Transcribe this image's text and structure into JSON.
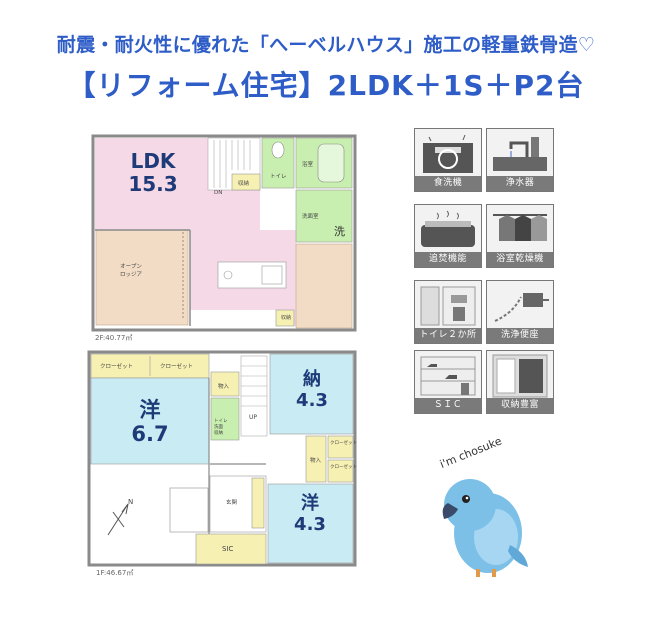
{
  "headline": {
    "line1": "耐震・耐火性に優れた「へーベルハウス」施工の軽量鉄骨造♡",
    "line2": "【リフォーム住宅】2LDK＋1S＋P2台"
  },
  "floor2": {
    "ldk_name": "LDK",
    "ldk_size": "15.3",
    "dn": "DN",
    "storage": "収納",
    "toilet": "トイレ",
    "bathroom": "浴室",
    "washroom": "洗面室",
    "wash_mark": "洗",
    "open_loggia": "オープン\nロッジア",
    "area": "2F:40.77㎡"
  },
  "floor1": {
    "western1_name": "洋",
    "western1_size": "6.7",
    "nando_name": "納",
    "nando_size": "4.3",
    "western2_name": "洋",
    "western2_size": "4.3",
    "closet": "クローゼット",
    "storage": "物入",
    "up": "UP",
    "toilet_storage": "トイレ\n洗面\n収納",
    "entrance": "玄関",
    "sic": "SIC",
    "area": "1F:46.67㎡",
    "north": "N"
  },
  "features": [
    {
      "label": "食洗機",
      "icon": "dishwasher-icon"
    },
    {
      "label": "浄水器",
      "icon": "water-purifier-icon"
    },
    {
      "label": "追焚機能",
      "icon": "bath-reheat-icon"
    },
    {
      "label": "浴室乾燥機",
      "icon": "bathroom-dryer-icon"
    },
    {
      "label": "トイレ２か所",
      "icon": "two-toilets-icon"
    },
    {
      "label": "洗浄便座",
      "icon": "washlet-icon"
    },
    {
      "label": "ＳＩＣ",
      "icon": "shoe-closet-icon"
    },
    {
      "label": "収納豊富",
      "icon": "ample-storage-icon"
    }
  ],
  "mascot": {
    "text": "i'm chosuke",
    "icon": "parrot-mascot-icon"
  },
  "colors": {
    "headline": "#2f5dc8",
    "ldk": "#f6d9e6",
    "loggia": "#f2dcc6",
    "wet": "#c9efb0",
    "room1f": "#c9ebf3",
    "closet": "#f6f0b3",
    "feature_caption": "#7a7a7a"
  }
}
